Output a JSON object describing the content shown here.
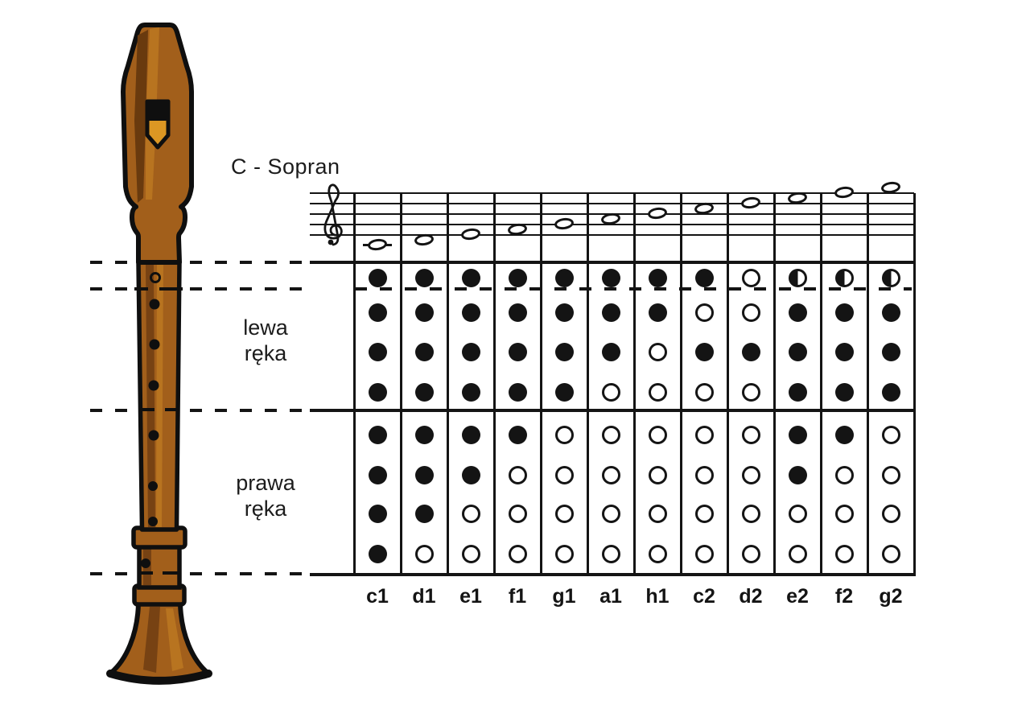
{
  "title": "C - Sopran",
  "hand_labels": {
    "left": [
      "lewa",
      "ręka"
    ],
    "right": [
      "prawa",
      "ręka"
    ]
  },
  "staff": {
    "clef": "treble"
  },
  "hole_states": {
    "f": "covered",
    "o": "open",
    "h": "half-covered"
  },
  "notes": [
    {
      "name": "c1",
      "ledger": true,
      "fingering": [
        "f",
        "f",
        "f",
        "f",
        "f",
        "f",
        "f",
        "f"
      ]
    },
    {
      "name": "d1",
      "ledger": false,
      "fingering": [
        "f",
        "f",
        "f",
        "f",
        "f",
        "f",
        "f",
        "o"
      ]
    },
    {
      "name": "e1",
      "ledger": false,
      "fingering": [
        "f",
        "f",
        "f",
        "f",
        "f",
        "f",
        "o",
        "o"
      ]
    },
    {
      "name": "f1",
      "ledger": false,
      "fingering": [
        "f",
        "f",
        "f",
        "f",
        "f",
        "o",
        "o",
        "o"
      ]
    },
    {
      "name": "g1",
      "ledger": false,
      "fingering": [
        "f",
        "f",
        "f",
        "f",
        "o",
        "o",
        "o",
        "o"
      ]
    },
    {
      "name": "a1",
      "ledger": false,
      "fingering": [
        "f",
        "f",
        "f",
        "o",
        "o",
        "o",
        "o",
        "o"
      ]
    },
    {
      "name": "h1",
      "ledger": false,
      "fingering": [
        "f",
        "f",
        "o",
        "o",
        "o",
        "o",
        "o",
        "o"
      ]
    },
    {
      "name": "c2",
      "ledger": false,
      "fingering": [
        "f",
        "o",
        "f",
        "o",
        "o",
        "o",
        "o",
        "o"
      ]
    },
    {
      "name": "d2",
      "ledger": false,
      "fingering": [
        "o",
        "o",
        "f",
        "o",
        "o",
        "o",
        "o",
        "o"
      ]
    },
    {
      "name": "e2",
      "ledger": false,
      "fingering": [
        "h",
        "f",
        "f",
        "f",
        "f",
        "f",
        "o",
        "o"
      ]
    },
    {
      "name": "f2",
      "ledger": false,
      "fingering": [
        "h",
        "f",
        "f",
        "f",
        "f",
        "o",
        "o",
        "o"
      ]
    },
    {
      "name": "g2",
      "ledger": false,
      "fingering": [
        "h",
        "f",
        "f",
        "f",
        "o",
        "o",
        "o",
        "o"
      ]
    }
  ],
  "colors": {
    "ink": "#141414",
    "outline": "#0f0f0f",
    "wood_main": "#A25F1B",
    "wood_shadow": "#774213",
    "wood_dark": "#693A0E",
    "wood_highlight": "#B87420",
    "window_amber": "#DC9723"
  }
}
